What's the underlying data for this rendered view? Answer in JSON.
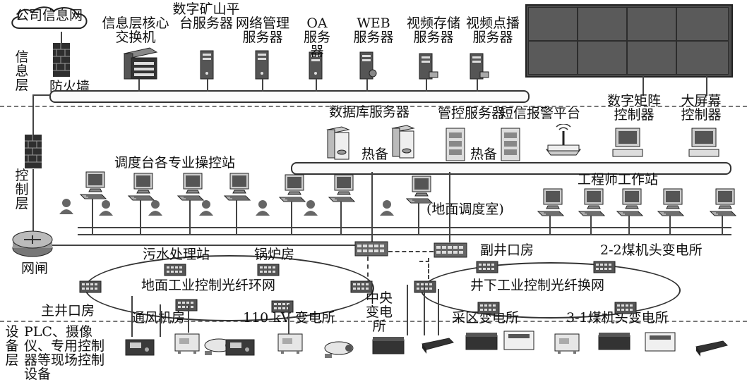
{
  "labels": {
    "company_net": "公司信息网",
    "firewall": "防火墙",
    "info_layer": "信息层",
    "control_layer": "控制层",
    "device_layer": "设备层",
    "core_switch": "信息层核心交换机",
    "digital_mine": "数字矿山平台服务器",
    "network_mgmt": "网络管理服务器",
    "oa": "OA服务器",
    "web": "WEB服务器",
    "video_storage": "视频存储服务器",
    "vod": "视频点播服务器",
    "matrix_ctrl": "数字矩阵控制器",
    "bigscreen_ctrl": "大屏幕控制器",
    "db_server": "数据库服务器",
    "mgmt_server": "管控服务器",
    "sms_alarm": "短信报警平台",
    "hot_standby_1": "热备",
    "hot_standby_2": "热备",
    "dispatch_stations": "调度台各专业操控站",
    "engineer_station": "工程师工作站",
    "ground_dispatch": "(地面调度室)",
    "gateway": "网闸",
    "sewage": "污水处理站",
    "boiler": "锅炉房",
    "aux_shaft": "副井口房",
    "coal_2_2": "2-2煤机头变电所",
    "ground_ring": "地面工业控制光纤环网",
    "underground_ring": "井下工业控制光纤换网",
    "main_shaft": "主井口房",
    "central_sub": "中央变电所",
    "ventilation": "通风机房",
    "sub_110kv": "110 kV  变电所",
    "mining_sub": "采区变电所",
    "coal_3_1": "3-1煤机头变电所",
    "field_devices": "PLC、摄像仪、专用控制器等现场控制设备"
  },
  "colors": {
    "line": "#444444",
    "device_dark": "#3a3a3a",
    "device_light": "#e6e6e6"
  }
}
